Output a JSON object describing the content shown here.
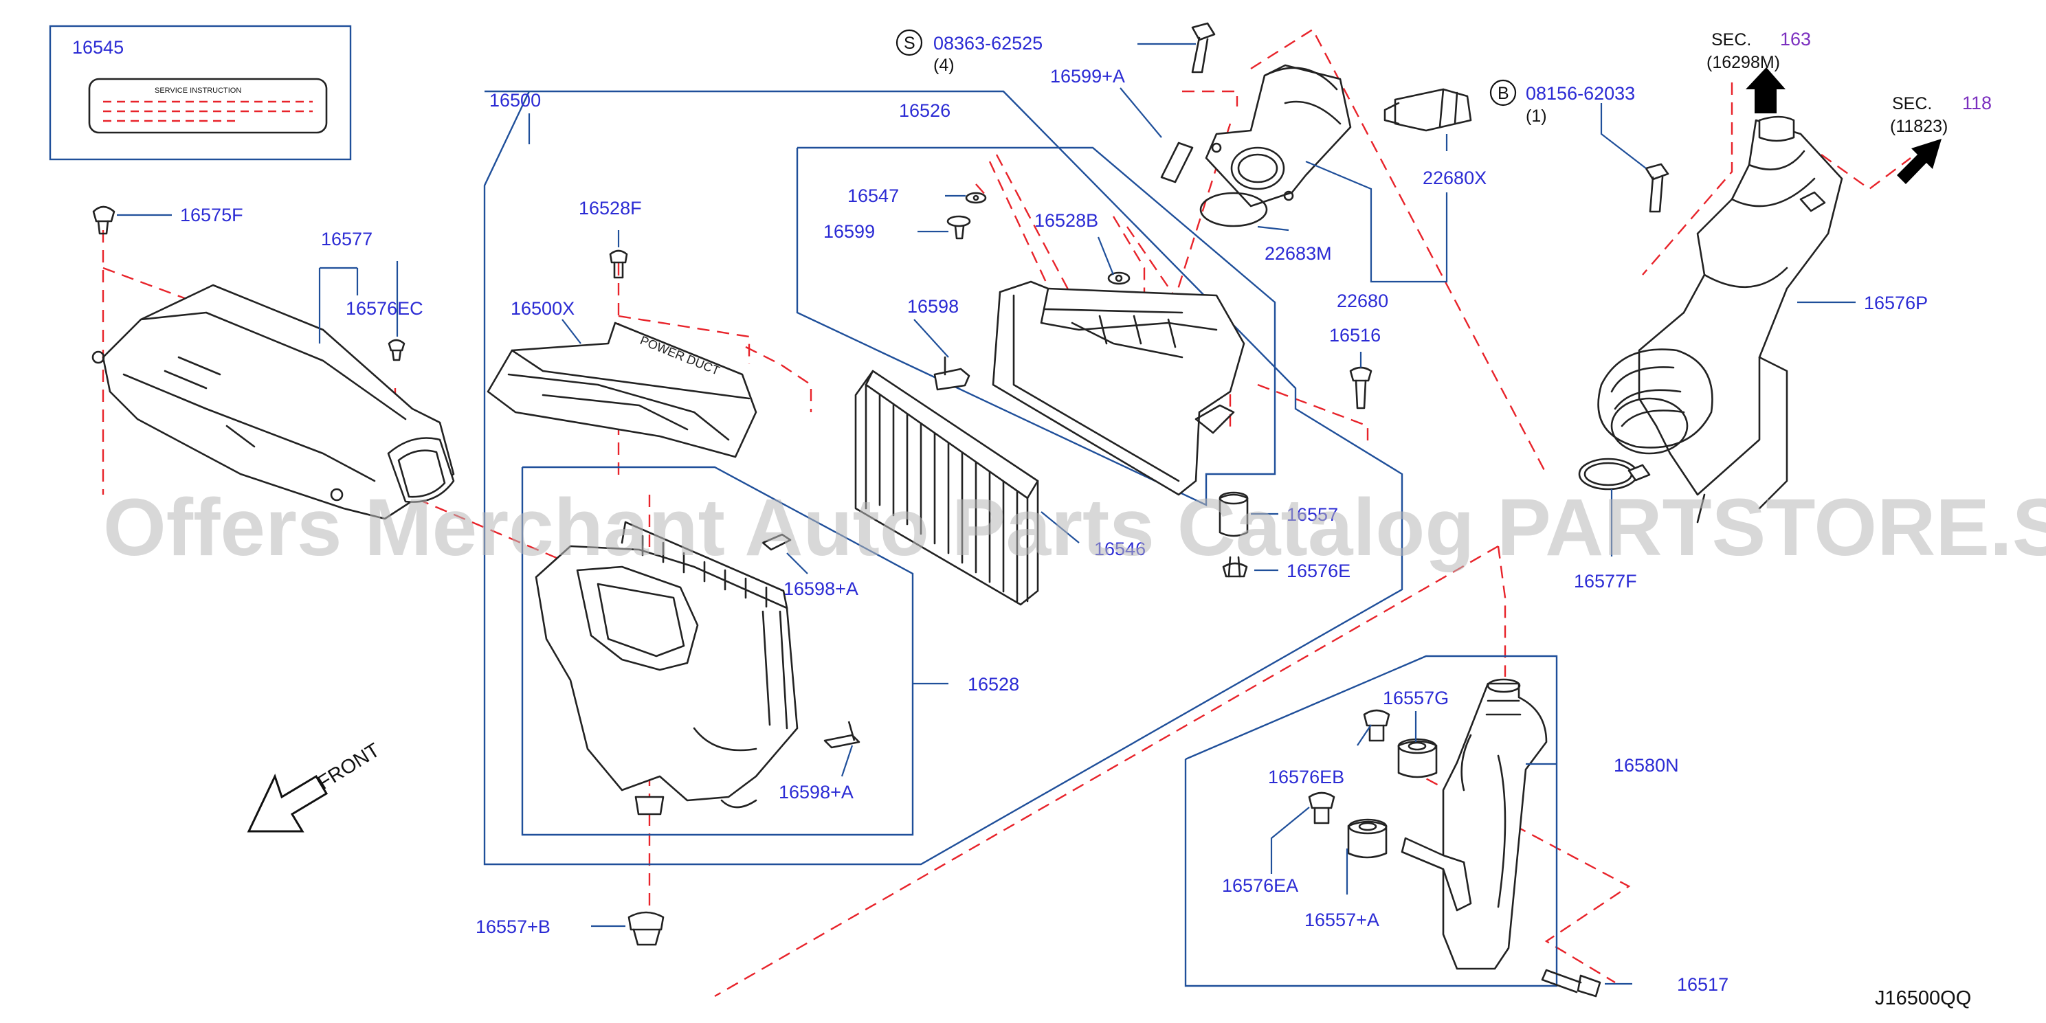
{
  "diagram": {
    "code": "J16500QQ",
    "watermark": "Offers Merchant Auto Parts Catalog PARTSTORE.SA",
    "front_label": "FRONT",
    "service_instruction": "SERVICE    INSTRUCTION",
    "colors": {
      "label": "#2b2bd4",
      "leader": "#1f4f9a",
      "dash": "#e8232a",
      "part": "#222222",
      "purple": "#7b2fbf"
    },
    "labels": {
      "p16545": "16545",
      "p16575F": "16575F",
      "p16577": "16577",
      "p16576EC": "16576EC",
      "p16500": "16500",
      "p16528F": "16528F",
      "p16500X": "16500X",
      "p16526": "16526",
      "p16547": "16547",
      "p16599": "16599",
      "p16528B": "16528B",
      "p16598": "16598",
      "p16599A": "16599+A",
      "p16546": "16546",
      "p16557": "16557",
      "p16576E": "16576E",
      "p16598A_top": "16598+A",
      "p16528": "16528",
      "p16598A_bot": "16598+A",
      "p16557B": "16557+B",
      "p22680X": "22680X",
      "p22683M": "22683M",
      "p22680": "22680",
      "p16516": "16516",
      "p16576P": "16576P",
      "p16577F": "16577F",
      "p16557G": "16557G",
      "p16576EB": "16576EB",
      "p16580N": "16580N",
      "p16576EA": "16576EA",
      "p16557A": "16557+A",
      "p16517": "16517"
    },
    "bolts": {
      "s_marker": "S",
      "s_part": "08363-62525",
      "s_qty": "(4)",
      "b_marker": "B",
      "b_part": "08156-62033",
      "b_qty": "(1)"
    },
    "sections": {
      "sec_word": "SEC.",
      "sec163_num": "163",
      "sec163_ref": "(16298M)",
      "sec118_num": "118",
      "sec118_ref": "(11823)"
    }
  }
}
